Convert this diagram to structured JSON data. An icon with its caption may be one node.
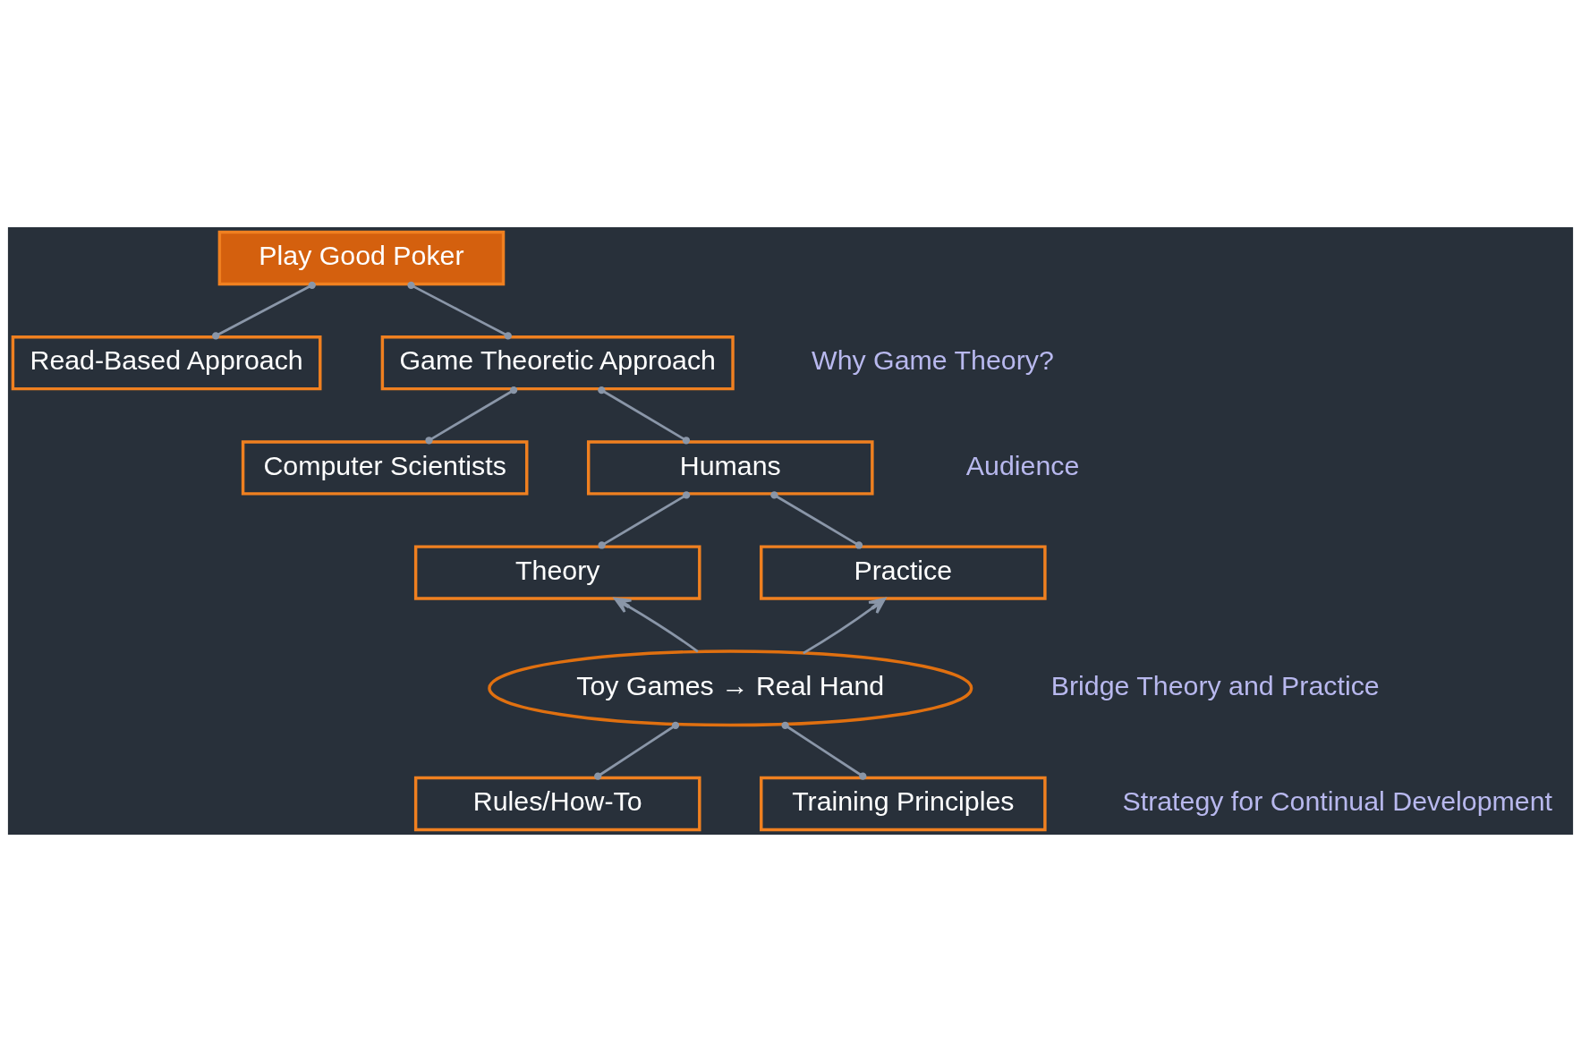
{
  "diagram": {
    "nodes": [
      {
        "text": [
          "Play Good Poker"
        ]
      },
      {
        "text": [
          "Read-Based Approach"
        ]
      },
      {
        "text": [
          "Game Theoretic Approach"
        ]
      },
      {
        "text": [
          "Computer Scientists"
        ]
      },
      {
        "text": [
          "Humans"
        ]
      },
      {
        "text": [
          "Theory"
        ]
      },
      {
        "text": [
          "Practice"
        ]
      },
      {
        "text": [
          "Toy Games → Real Hand"
        ]
      },
      {
        "text": [
          "Rules/How-To"
        ]
      },
      {
        "text": [
          "Training Principles"
        ]
      }
    ],
    "edges": [
      {
        "from": 0,
        "to": 1,
        "arrow": "other"
      },
      {
        "from": 0,
        "to": 2,
        "arrow": "other"
      },
      {
        "from": 2,
        "to": 3,
        "arrow": "other"
      },
      {
        "from": 2,
        "to": 4,
        "arrow": "other"
      },
      {
        "from": 4,
        "to": 5,
        "arrow": "other"
      },
      {
        "from": 4,
        "to": 6,
        "arrow": "other"
      },
      {
        "from": 7,
        "to": 5,
        "arrow": "to"
      },
      {
        "from": 7,
        "to": 6,
        "arrow": "to"
      },
      {
        "from": 7,
        "to": 8,
        "arrow": "other"
      },
      {
        "from": 7,
        "to": 9,
        "arrow": "other"
      }
    ],
    "labels": [
      "Why Game Theory?",
      "Audience",
      "Bridge Theory and Practice",
      "Strategy for Continual Development"
    ]
  }
}
